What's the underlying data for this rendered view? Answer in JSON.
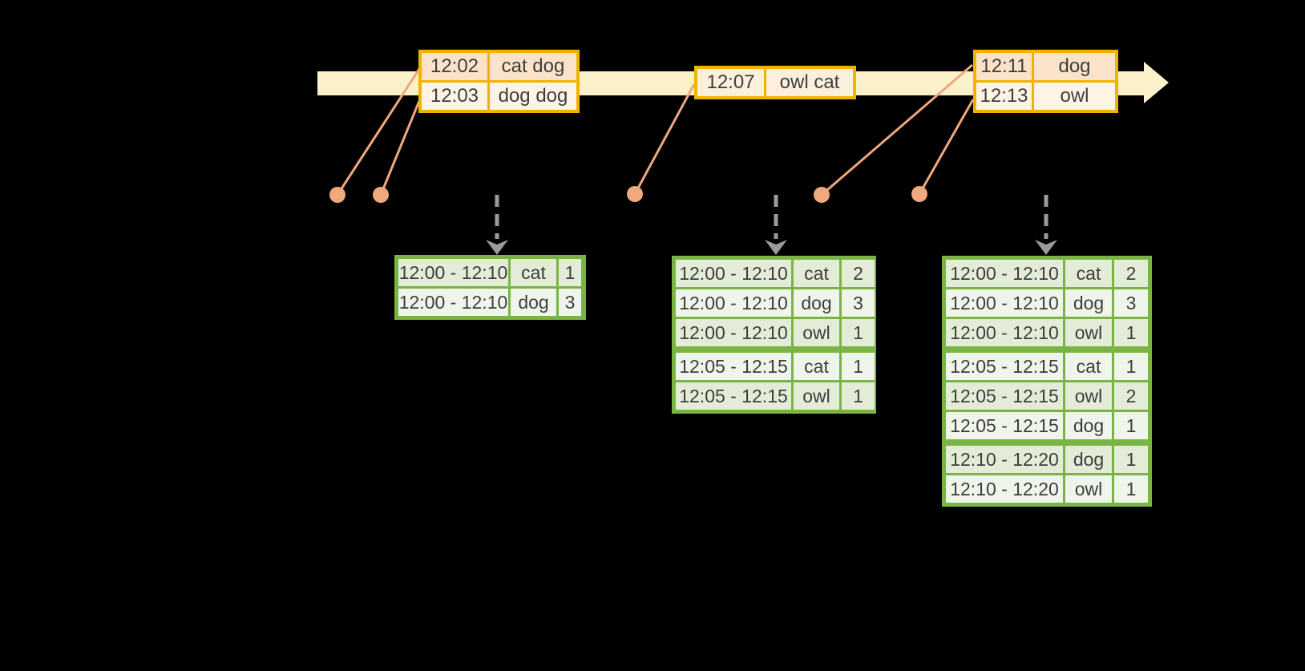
{
  "colors": {
    "background": "#000000",
    "timeline_fill": "#FBF1CB",
    "event_border": "#F0B400",
    "event_row_peach": "#FAE3C8",
    "event_row_cream": "#FDF4E5",
    "event_row_single": "#FCF0DD",
    "connector": "#F0A87D",
    "dashed_arrow": "#9B9B9B",
    "result_border": "#7AB445",
    "result_row_dark": "#E2ECD6",
    "result_row_light": "#F0F5EB",
    "text": "#3E3E3E"
  },
  "event_tables": [
    {
      "rows": [
        {
          "time": "12:02",
          "words": "cat dog"
        },
        {
          "time": "12:03",
          "words": "dog dog"
        }
      ]
    },
    {
      "rows": [
        {
          "time": "12:07",
          "words": "owl cat"
        }
      ]
    },
    {
      "rows": [
        {
          "time": "12:11",
          "words": "dog"
        },
        {
          "time": "12:13",
          "words": "owl"
        }
      ]
    }
  ],
  "result_tables": [
    {
      "rows": [
        {
          "window": "12:00 - 12:10",
          "word": "cat",
          "count": "1"
        },
        {
          "window": "12:00 - 12:10",
          "word": "dog",
          "count": "3"
        }
      ]
    },
    {
      "rows": [
        {
          "window": "12:00 - 12:10",
          "word": "cat",
          "count": "2"
        },
        {
          "window": "12:00 - 12:10",
          "word": "dog",
          "count": "3"
        },
        {
          "window": "12:00 - 12:10",
          "word": "owl",
          "count": "1"
        },
        {
          "window": "12:05 - 12:15",
          "word": "cat",
          "count": "1"
        },
        {
          "window": "12:05 - 12:15",
          "word": "owl",
          "count": "1"
        }
      ]
    },
    {
      "rows": [
        {
          "window": "12:00 - 12:10",
          "word": "cat",
          "count": "2"
        },
        {
          "window": "12:00 - 12:10",
          "word": "dog",
          "count": "3"
        },
        {
          "window": "12:00 - 12:10",
          "word": "owl",
          "count": "1"
        },
        {
          "window": "12:05 - 12:15",
          "word": "cat",
          "count": "1"
        },
        {
          "window": "12:05 - 12:15",
          "word": "owl",
          "count": "2"
        },
        {
          "window": "12:05 - 12:15",
          "word": "dog",
          "count": "1"
        },
        {
          "window": "12:10 - 12:20",
          "word": "dog",
          "count": "1"
        },
        {
          "window": "12:10 - 12:20",
          "word": "owl",
          "count": "1"
        }
      ]
    }
  ]
}
